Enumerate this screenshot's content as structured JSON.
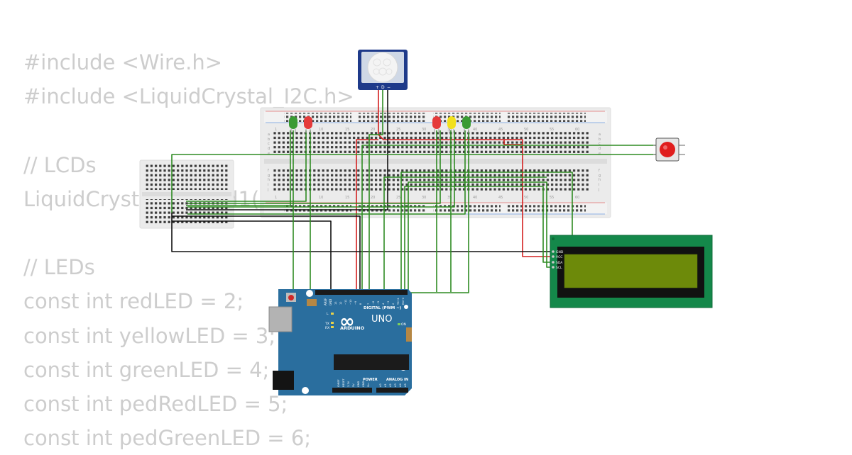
{
  "sketch": {
    "lines": [
      "#include <Wire.h>",
      "#include <LiquidCrystal_I2C.h>",
      "",
      "// LCDs",
      "LiquidCrystal_I2C lcd1(",
      "",
      "// LEDs",
      "const int redLED = 2;",
      "const int yellowLED = 3;",
      "const int greenLED = 4;",
      "const int pedRedLED = 5;",
      "const int pedGreenLED = 6;"
    ]
  },
  "breadboard": {
    "column_numbers": [
      "1",
      "10",
      "15",
      "20",
      "25",
      "30",
      "35",
      "40",
      "45",
      "50",
      "55",
      "60"
    ],
    "row_letters_top": [
      "a",
      "b",
      "c",
      "d",
      "e"
    ],
    "row_letters_bottom": [
      "f",
      "g",
      "h",
      "i",
      "j"
    ]
  },
  "pir_sensor": {
    "pins": [
      "+",
      "D",
      "−"
    ]
  },
  "arduino": {
    "logo": "∞",
    "brand": "ARDUINO",
    "model": "UNO",
    "digital_header": "DIGITAL (PWM ~)",
    "power_header": "POWER",
    "analog_header": "ANALOG IN",
    "aref_label": "AREF",
    "gnd_label": "GND",
    "tx_label": "TX",
    "rx_label": "RX",
    "l_label": "L",
    "on_label": "ON",
    "power_pins": [
      "IOREF",
      "RESET",
      "3.3V",
      "5V",
      "GND",
      "GND",
      "Vin"
    ],
    "analog_pins": [
      "A0",
      "A1",
      "A2",
      "A3",
      "A4",
      "A5"
    ],
    "digital_pins": [
      "13",
      "12",
      "~11",
      "~10",
      "~9",
      "8",
      "7",
      "~6",
      "~5",
      "4",
      "~3",
      "2",
      "TX→1",
      "RX←0"
    ]
  },
  "lcd": {
    "pins": [
      "GND",
      "VCC",
      "SDA",
      "SCL"
    ]
  },
  "colors": {
    "wire_green": "#2e8b22",
    "wire_red": "#d42020",
    "wire_black": "#111111",
    "arduino_blue": "#2a6e9e",
    "lcd_board": "#14884a",
    "lcd_screen": "#6d8a0a",
    "code_text": "#cdcdcd"
  }
}
